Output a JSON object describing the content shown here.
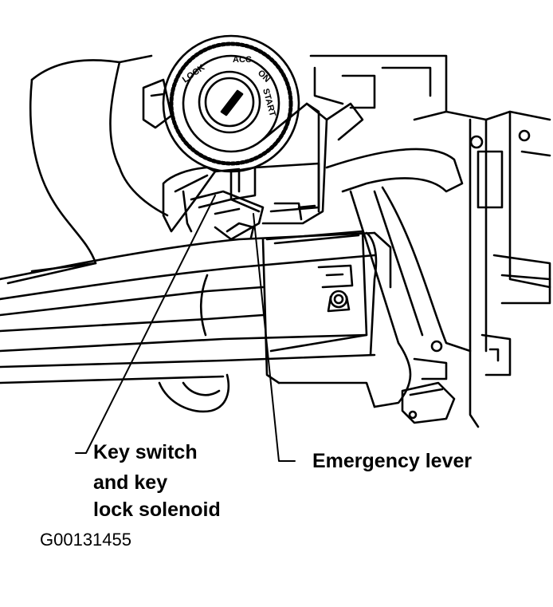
{
  "labels": {
    "key_switch_line1": "Key switch",
    "key_switch_line2": "and key",
    "key_switch_line3": "lock solenoid",
    "emergency_lever": "Emergency lever"
  },
  "ignition_positions": {
    "lock": "LOCK",
    "acc": "ACC",
    "on": "ON",
    "start": "START"
  },
  "figure_code": "G00131455"
}
